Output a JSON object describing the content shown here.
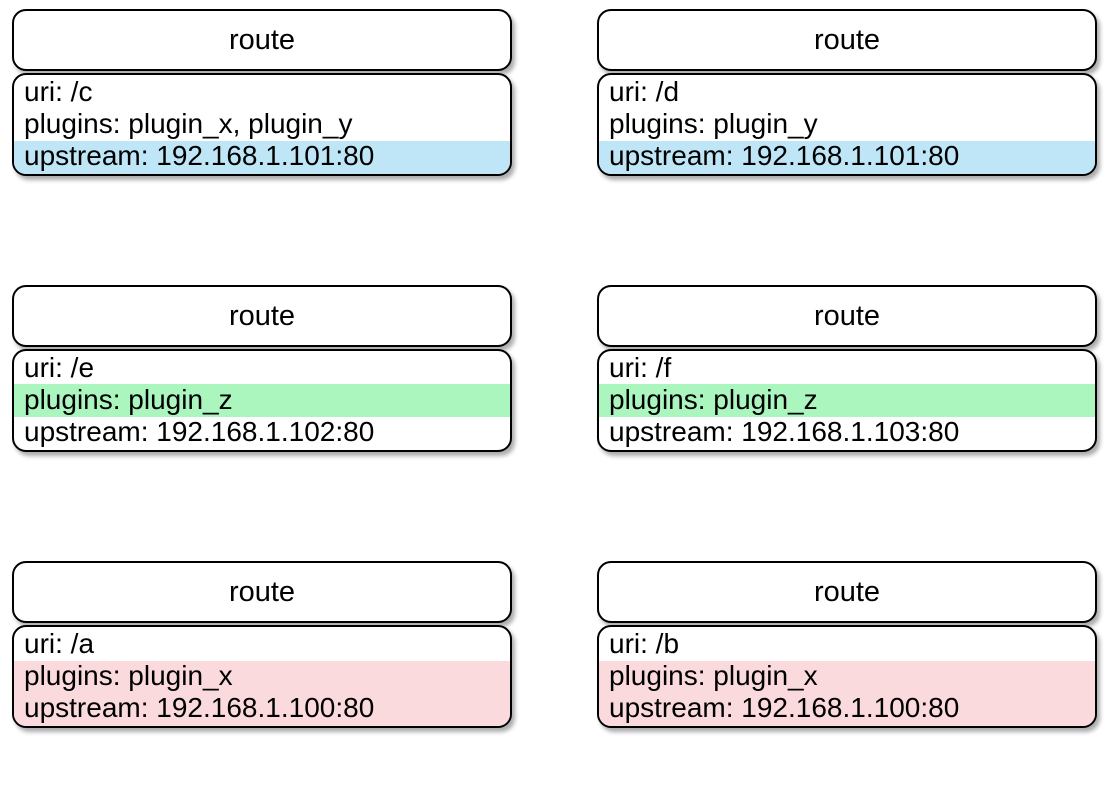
{
  "diagram": {
    "type": "uml-class-cards",
    "card_title": "route",
    "columns": 2,
    "rows": 3,
    "colors": {
      "highlight_blue": "#bfe6f7",
      "highlight_green": "#abf5bf",
      "highlight_pink": "#fadadd",
      "border": "#000000",
      "card_background": "#ffffff",
      "page_background": "#ffffff",
      "text": "#000000"
    }
  },
  "cards": [
    {
      "id": "route-c",
      "title": "route",
      "uri": "uri: /c",
      "plugins": "plugins: plugin_x, plugin_y",
      "upstream": "upstream: 192.168.1.101:80",
      "highlight": "blue",
      "highlight_lines": [
        "upstream"
      ]
    },
    {
      "id": "route-d",
      "title": "route",
      "uri": "uri: /d",
      "plugins": "plugins: plugin_y",
      "upstream": "upstream: 192.168.1.101:80",
      "highlight": "blue",
      "highlight_lines": [
        "upstream"
      ]
    },
    {
      "id": "route-e",
      "title": "route",
      "uri": "uri: /e",
      "plugins": "plugins: plugin_z",
      "upstream": "upstream: 192.168.1.102:80",
      "highlight": "green",
      "highlight_lines": [
        "plugins"
      ]
    },
    {
      "id": "route-f",
      "title": "route",
      "uri": "uri: /f",
      "plugins": "plugins: plugin_z",
      "upstream": "upstream: 192.168.1.103:80",
      "highlight": "green",
      "highlight_lines": [
        "plugins"
      ]
    },
    {
      "id": "route-a",
      "title": "route",
      "uri": "uri: /a",
      "plugins": "plugins: plugin_x",
      "upstream": "upstream: 192.168.1.100:80",
      "highlight": "pink",
      "highlight_lines": [
        "plugins",
        "upstream"
      ]
    },
    {
      "id": "route-b",
      "title": "route",
      "uri": "uri: /b",
      "plugins": "plugins: plugin_x",
      "upstream": "upstream: 192.168.1.100:80",
      "highlight": "pink",
      "highlight_lines": [
        "plugins",
        "upstream"
      ]
    }
  ]
}
